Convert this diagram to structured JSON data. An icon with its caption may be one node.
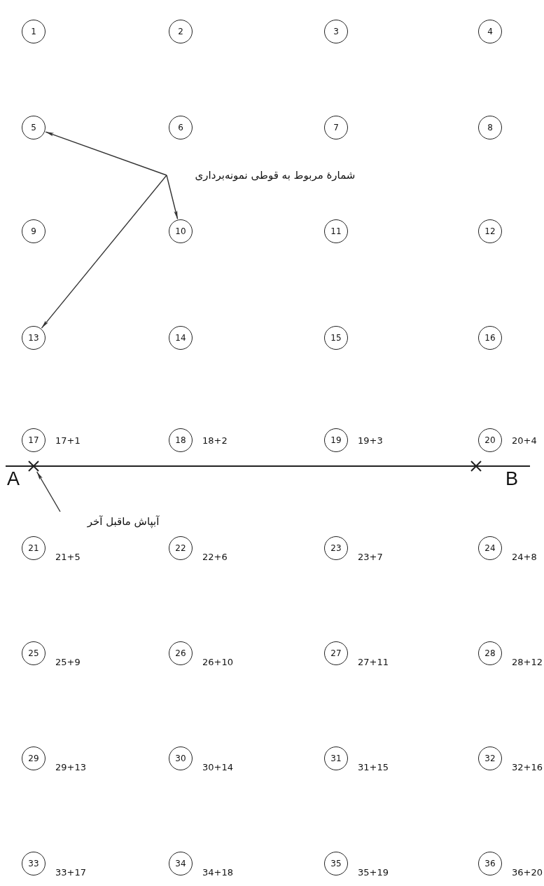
{
  "diagram": {
    "nodes": [
      {
        "text": [
          "1"
        ]
      },
      {
        "text": [
          "2"
        ]
      },
      {
        "text": [
          "3"
        ]
      },
      {
        "text": [
          "4"
        ]
      },
      {
        "text": [
          "5"
        ]
      },
      {
        "text": [
          "6"
        ]
      },
      {
        "text": [
          "7"
        ]
      },
      {
        "text": [
          "8"
        ]
      },
      {
        "text": [
          "9"
        ]
      },
      {
        "text": [
          "10"
        ]
      },
      {
        "text": [
          "11"
        ]
      },
      {
        "text": [
          "12"
        ]
      },
      {
        "text": [
          "13"
        ]
      },
      {
        "text": [
          "14"
        ]
      },
      {
        "text": [
          "15"
        ]
      },
      {
        "text": [
          "16"
        ]
      },
      {
        "text": [
          "17"
        ],
        "beside": [
          "17+1"
        ]
      },
      {
        "text": [
          "18"
        ],
        "beside": [
          "18+2"
        ]
      },
      {
        "text": [
          "19"
        ],
        "beside": [
          "19+3"
        ]
      },
      {
        "text": [
          "20"
        ],
        "beside": [
          "20+4"
        ]
      },
      {
        "text": [
          "21"
        ],
        "beside": [
          "21+5"
        ]
      },
      {
        "text": [
          "22"
        ],
        "beside": [
          "22+6"
        ]
      },
      {
        "text": [
          "23"
        ],
        "beside": [
          "23+7"
        ]
      },
      {
        "text": [
          "24"
        ],
        "beside": [
          "24+8"
        ]
      },
      {
        "text": [
          "25"
        ],
        "beside": [
          "25+9"
        ]
      },
      {
        "text": [
          "26"
        ],
        "beside": [
          "26+10"
        ]
      },
      {
        "text": [
          "27"
        ],
        "beside": [
          "27+11"
        ]
      },
      {
        "text": [
          "28"
        ],
        "beside": [
          "28+12"
        ]
      },
      {
        "text": [
          "29"
        ],
        "beside": [
          "29+13"
        ]
      },
      {
        "text": [
          "30"
        ],
        "beside": [
          "30+14"
        ]
      },
      {
        "text": [
          "31"
        ],
        "beside": [
          "31+15"
        ]
      },
      {
        "text": [
          "32"
        ],
        "beside": [
          "32+16"
        ]
      },
      {
        "text": [
          "33"
        ],
        "beside": [
          "33+17"
        ]
      },
      {
        "text": [
          "34"
        ],
        "beside": [
          "34+18"
        ]
      },
      {
        "text": [
          "35"
        ],
        "beside": [
          "35+19"
        ]
      },
      {
        "text": [
          "36"
        ],
        "beside": [
          "36+20"
        ]
      },
      {
        "text": [
          "شمارهٔ مربوط به قوطی نمونه‌برداری"
        ]
      },
      {
        "text": [],
        "shape": "cross"
      },
      {
        "text": [],
        "shape": "cross"
      },
      {
        "text": [
          "آبپاش ماقبل آخر"
        ]
      }
    ],
    "edges": [
      {
        "from": 36,
        "to": 4,
        "arrow": "to"
      },
      {
        "from": 36,
        "to": 9,
        "arrow": "to"
      },
      {
        "from": 36,
        "to": 12,
        "arrow": "to"
      },
      {
        "from": 39,
        "to": 37,
        "arrow": "to"
      }
    ],
    "labels": [
      "A",
      "B"
    ]
  }
}
